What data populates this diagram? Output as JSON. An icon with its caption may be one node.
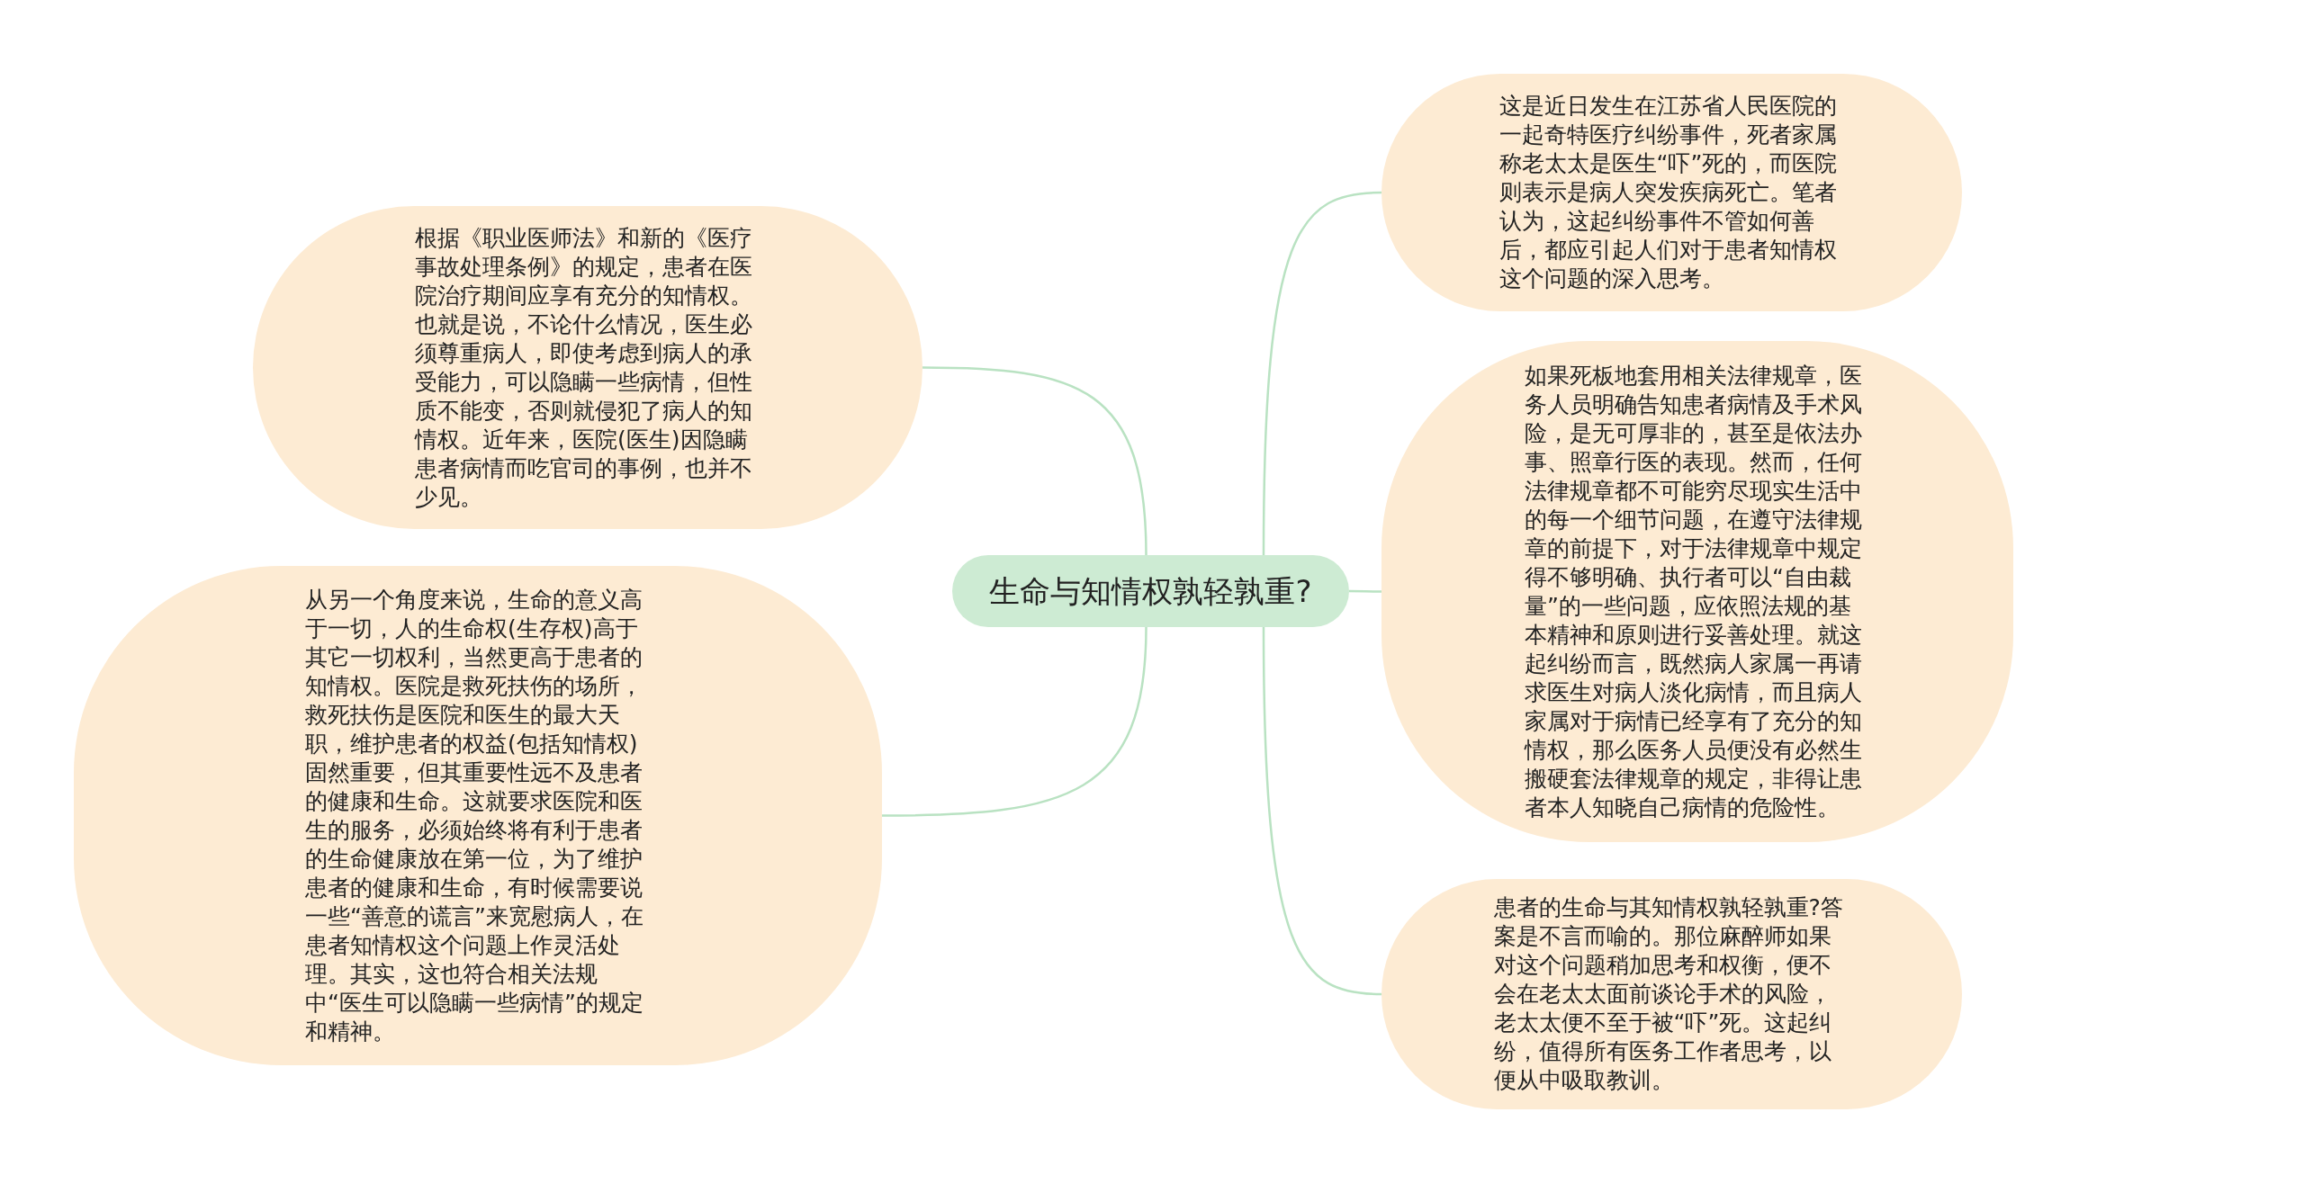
{
  "diagram": {
    "nodes": [
      {
        "text": [
          "生命与知情权孰轻孰重?"
        ]
      },
      {
        "text": [
          "根据《职业医师法》和新的《医疗事故处理条例》的规定，患者在医院治疗期间应享有充分的知情权。也就是说，不论什么情况，医生必须尊重病人，即使考虑到病人的承受能力，可以隐瞒一些病情，但性质不能变，否则就侵犯了病人的知情权。近年来，医院(医生)因隐瞒患者病情而吃官司的事例，也并不少见。"
        ]
      },
      {
        "text": [
          "从另一个角度来说，生命的意义高于一切，人的生命权(生存权)高于其它一切权利，当然更高于患者的知情权。医院是救死扶伤的场所，救死扶伤是医院和医生的最大天职，维护患者的权益(包括知情权)固然重要，但其重要性远不及患者的健康和生命。这就要求医院和医生的服务，必须始终将有利于患者的生命健康放在第一位，为了维护患者的健康和生命，有时候需要说一些“善意的谎言”来宽慰病人，在患者知情权这个问题上作灵活处理。其实，这也符合相关法规中“医生可以隐瞒一些病情”的规定和精神。"
        ]
      },
      {
        "text": [
          "这是近日发生在江苏省人民医院的一起奇特医疗纠纷事件，死者家属称老太太是医生“吓”死的，而医院则表示是病人突发疾病死亡。笔者认为，这起纠纷事件不管如何善后，都应引起人们对于患者知情权这个问题的深入思考。"
        ]
      },
      {
        "text": [
          "如果死板地套用相关法律规章，医务人员明确告知患者病情及手术风险，是无可厚非的，甚至是依法办事、照章行医的表现。然而，任何法律规章都不可能穷尽现实生活中的每一个细节问题，在遵守法律规章的前提下，对于法律规章中规定得不够明确、执行者可以“自由裁量”的一些问题，应依照法规的基本精神和原则进行妥善处理。就这起纠纷而言，既然病人家属一再请求医生对病人淡化病情，而且病人家属对于病情已经享有了充分的知情权，那么医务人员便没有必然生搬硬套法律规章的规定，非得让患者本人知晓自己病情的危险性。"
        ]
      },
      {
        "text": [
          "患者的生命与其知情权孰轻孰重?答案是不言而喻的。那位麻醉师如果对这个问题稍加思考和权衡，便不会在老太太面前谈论手术的风险，老太太便不至于被“吓”死。这起纠纷，值得所有医务工作者思考，以便从中吸取教训。"
        ]
      }
    ],
    "edges": [
      {
        "from": 0,
        "to": 1,
        "arrow": "none"
      },
      {
        "from": 0,
        "to": 2,
        "arrow": "none"
      },
      {
        "from": 0,
        "to": 3,
        "arrow": "none"
      },
      {
        "from": 0,
        "to": 4,
        "arrow": "none"
      },
      {
        "from": 0,
        "to": 5,
        "arrow": "none"
      }
    ]
  }
}
